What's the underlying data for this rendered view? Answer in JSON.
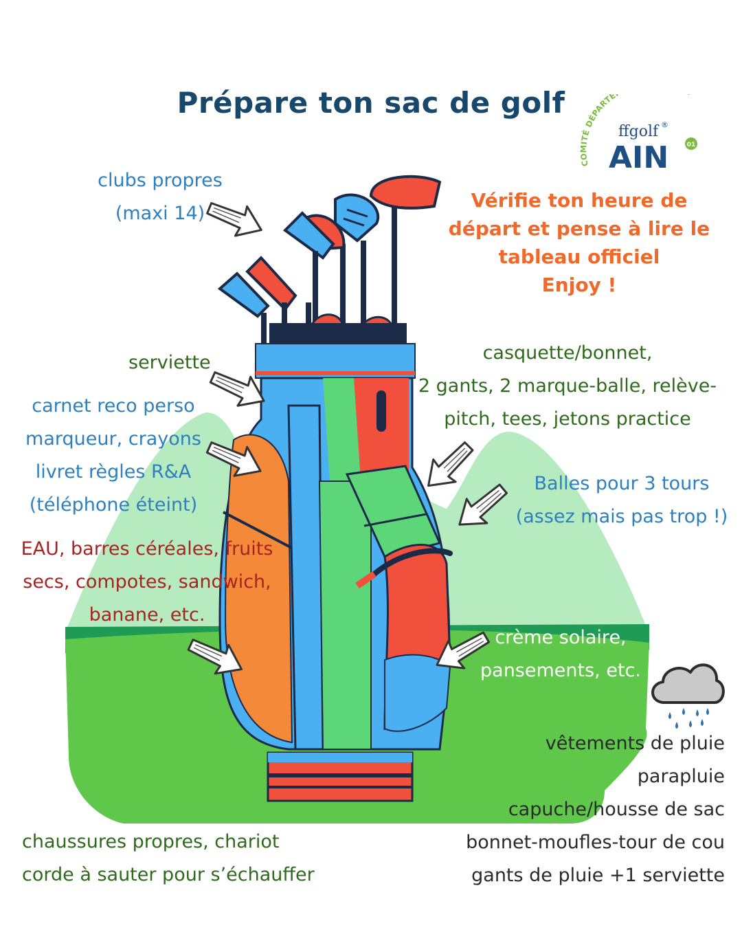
{
  "title": "Prépare ton sac de golf",
  "logo": {
    "arc_text": "COMITÉ DÉPARTEMENTAL DE GOLF",
    "brand": "ffgolf",
    "registered": "®",
    "name": "AIN",
    "badge": "01"
  },
  "clubs": {
    "line1": "clubs propres",
    "line2": "(maxi 14)"
  },
  "reminder": {
    "line1": "Vérifie ton heure de",
    "line2": "départ et pense à lire le",
    "line3": "tableau officiel",
    "line4": "Enjoy !"
  },
  "towel": "serviette",
  "scorecard": {
    "line1": "carnet reco perso",
    "line2": "marqueur, crayons",
    "line3": "livret règles R&A",
    "line4": "(téléphone éteint)"
  },
  "food": {
    "line1": "EAU, barres céréales, fruits",
    "line2": "secs, compotes, sandwich,",
    "line3": "banane, etc."
  },
  "accessories": {
    "line1": "casquette/bonnet,",
    "line2": "2 gants, 2 marque-balle, relève-",
    "line3": "pitch, tees, jetons practice"
  },
  "balls": {
    "line1": "Balles pour 3 tours",
    "line2": "(assez mais pas trop !)"
  },
  "sunscreen": {
    "line1": "crème solaire,",
    "line2": "pansements, etc."
  },
  "rain": {
    "line1": "vêtements de pluie",
    "line2": "parapluie",
    "line3": "capuche/housse de sac",
    "line4": "bonnet-moufles-tour de cou",
    "line5": "gants de pluie +1 serviette"
  },
  "shoes": {
    "line1": "chaussures propres, chariot",
    "line2": "corde à sauter pour s’échauffer"
  },
  "colors": {
    "title": "#17476a",
    "blue_text": "#2d7fbf",
    "green_text": "#2f6a1c",
    "red_text": "#a8231f",
    "orange_text": "#ef6a2a",
    "bag_blue": "#4bb0f2",
    "bag_red": "#f0503c",
    "bag_orange": "#f5893a",
    "bag_green": "#5dd67a",
    "grass": "#5fc74a",
    "hill": "#b6ebc0",
    "logo_green": "#7dbb3f",
    "logo_navy": "#1d4f82"
  },
  "icons": [
    "arrow-icon",
    "rain-cloud-icon",
    "golf-bag-illustration",
    "golf-club-icon"
  ]
}
